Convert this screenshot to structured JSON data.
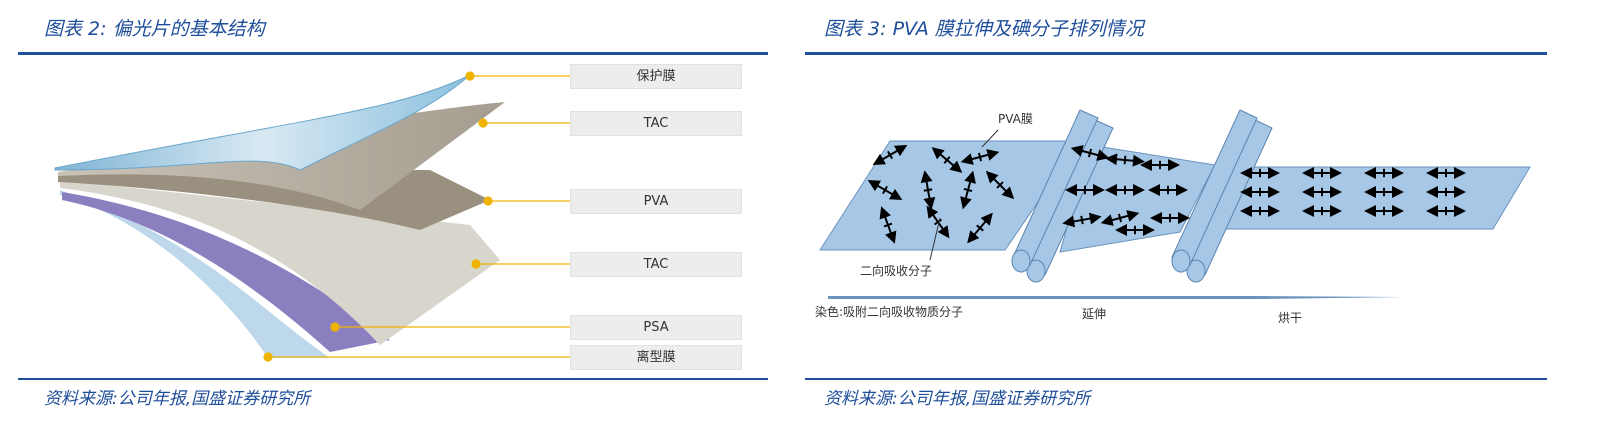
{
  "left": {
    "title": "图表 2:  偏光片的基本结构",
    "labels": [
      "保护膜",
      "TAC",
      "PVA",
      "TAC",
      "PSA",
      "离型膜"
    ],
    "source": "资料来源:公司年报,国盛证券研究所"
  },
  "right": {
    "title": "图表 3:  PVA 膜拉伸及碘分子排列情况",
    "pva_label": "PVA膜",
    "molecule_label": "二向吸收分子",
    "stage_dye": "染色:吸附二向吸收物质分子",
    "stage_stretch": "延伸",
    "stage_dry": "烘干",
    "source": "资料来源:公司年报,国盛证券研究所"
  },
  "colors": {
    "accent": "#1f4e9a",
    "film": "#a7c7e7",
    "leader": "#f0b400"
  }
}
